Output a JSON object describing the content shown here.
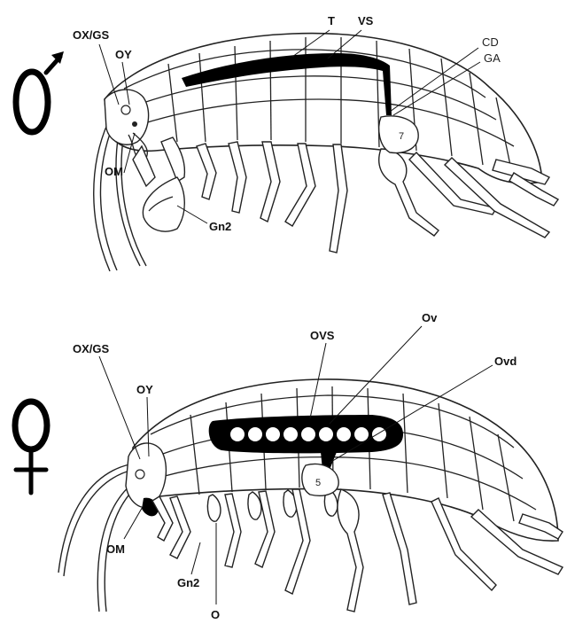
{
  "male": {
    "symbol_icon": "male-symbol",
    "labels": {
      "ox_gs": "OX/GS",
      "oy": "OY",
      "t": "T",
      "vs": "VS",
      "cd": "CD",
      "ga": "GA",
      "om": "OM",
      "gn2": "Gn2",
      "segment": "7"
    }
  },
  "female": {
    "symbol_icon": "female-symbol",
    "labels": {
      "ox_gs": "OX/GS",
      "oy": "OY",
      "ovs": "OVS",
      "ov": "Ov",
      "ovd": "Ovd",
      "om": "OM",
      "gn2": "Gn2",
      "o": "O",
      "segment": "5"
    }
  }
}
